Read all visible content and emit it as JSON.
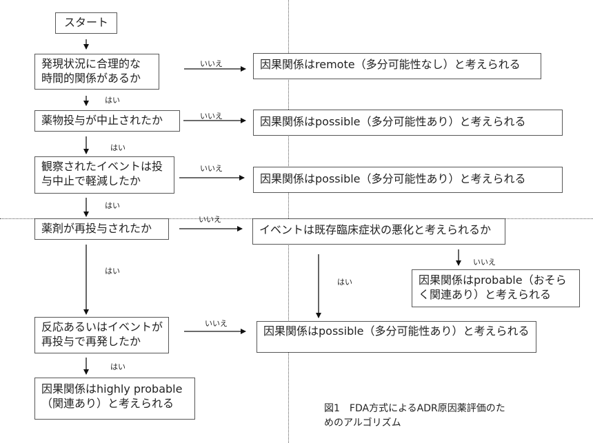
{
  "diagram": {
    "start": "スタート",
    "questions": [
      {
        "line1": "発現状況に合理的な",
        "line2": "時間的関係があるか"
      },
      {
        "line1": "薬物投与が中止されたか"
      },
      {
        "line1": "観察されたイベントは投",
        "line2": "与中止で軽減したか"
      },
      {
        "line1": "薬剤が再投与されたか"
      },
      {
        "line1": "反応あるいはイベントが",
        "line2": "再投与で再発したか"
      }
    ],
    "outcomes": {
      "remote": "因果関係はremote（多分可能性なし）と考えられる",
      "possible_q2": "因果関係はpossible（多分可能性あり）と考えられる",
      "possible_q3": "因果関係はpossible（多分可能性あり）と考えられる",
      "event_question": "イベントは既存臨床症状の悪化と考えられるか",
      "probable_line1": "因果関係はprobable（おそら",
      "probable_line2": "く関連あり）と考えられる",
      "possible_bottom": "因果関係はpossible（多分可能性あり）と考えられる",
      "highly_line1": "因果関係はhighly probable",
      "highly_line2": "（関連あり）と考えられる"
    },
    "labels": {
      "yes": "はい",
      "no": "いいえ"
    },
    "caption_line1": "図1　FDA方式によるADR原因薬評価のた",
    "caption_line2": "めのアルゴリズム"
  }
}
